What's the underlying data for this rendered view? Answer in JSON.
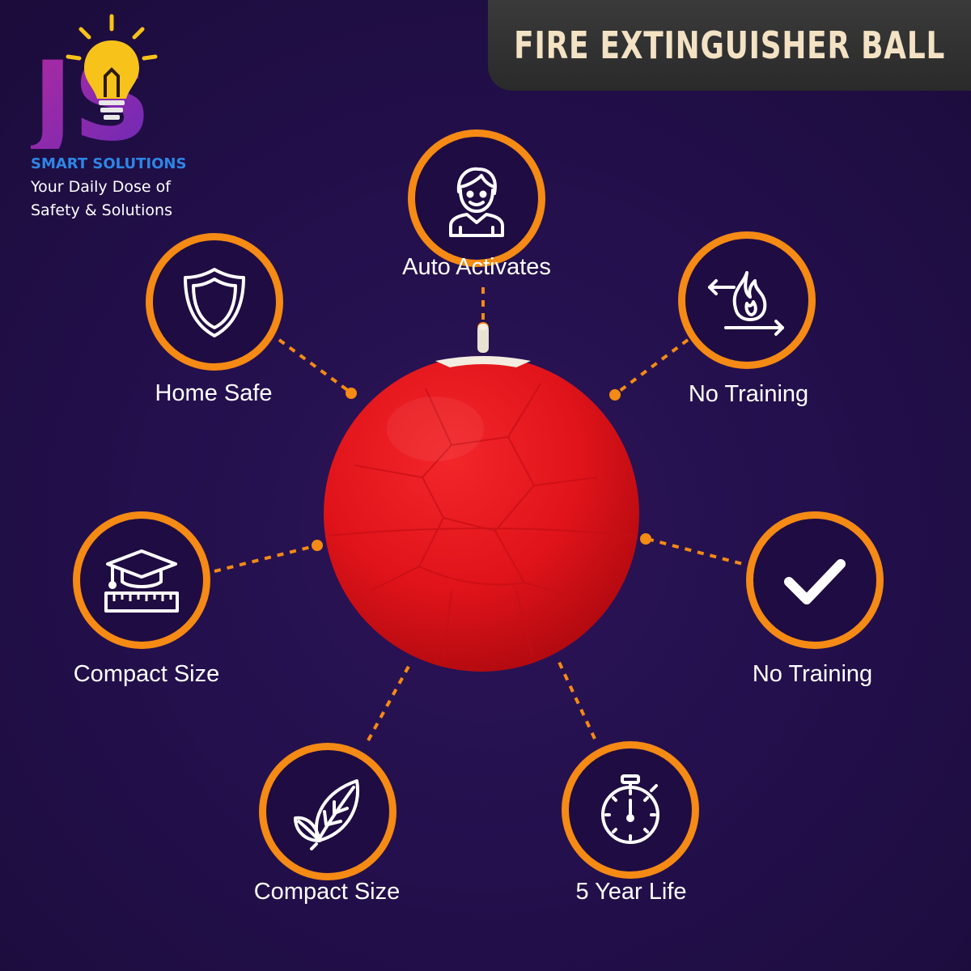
{
  "banner": {
    "title": "FIRE EXTINGUISHER BALL"
  },
  "logo": {
    "letters": "JS",
    "name": "SMART SOLUTIONS",
    "tagline_line1": "Your Daily Dose of",
    "tagline_line2": "Safety & Solutions"
  },
  "features": [
    {
      "label": "Auto Activates",
      "icon": "person-icon"
    },
    {
      "label": "Home Safe",
      "icon": "shield-icon"
    },
    {
      "label": "No Training",
      "icon": "fire-arrows-icon"
    },
    {
      "label": "Compact Size",
      "icon": "graduation-ruler-icon"
    },
    {
      "label": "No Training",
      "icon": "check-icon"
    },
    {
      "label": "Compact Size",
      "icon": "leaf-icon"
    },
    {
      "label": "5 Year Life",
      "icon": "stopwatch-icon"
    }
  ],
  "colors": {
    "background": "#210f47",
    "accent": "#f58a14",
    "ball": "#e2141a",
    "brand_blue": "#2d86e6"
  }
}
